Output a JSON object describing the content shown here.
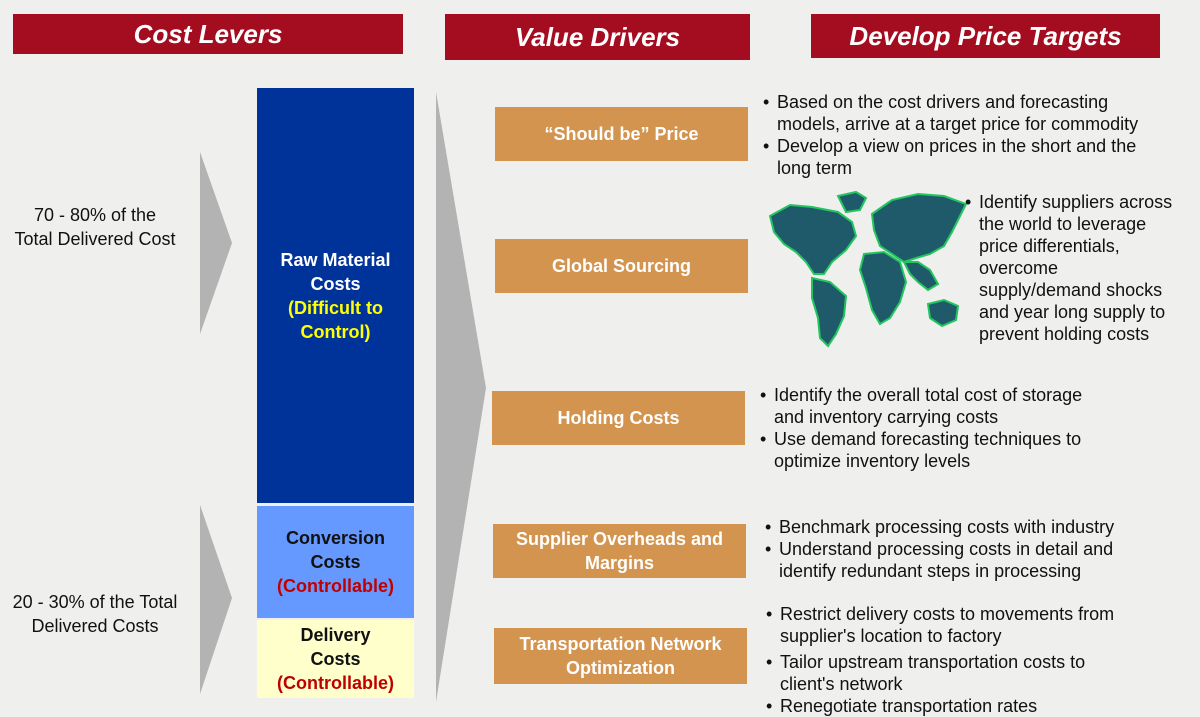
{
  "headers": {
    "cost_levers": "Cost Levers",
    "value_drivers": "Value Drivers",
    "price_targets": "Develop Price Targets"
  },
  "percentages": {
    "upper": [
      "70 - 80% of the",
      "Total Delivered Cost"
    ],
    "lower": [
      "20 - 30% of the Total",
      "Delivered Costs"
    ]
  },
  "cost_column": {
    "raw_material": {
      "title": [
        "Raw Material",
        "Costs"
      ],
      "note": [
        "(Difficult to",
        "Control)"
      ],
      "color": "#003399",
      "note_color": "#ffff00"
    },
    "conversion": {
      "title": [
        "Conversion",
        "Costs"
      ],
      "note": "(Controllable)",
      "color": "#6699ff",
      "note_color": "#c00000"
    },
    "delivery": {
      "title": [
        "Delivery",
        "Costs"
      ],
      "note": "(Controllable)",
      "color": "#ffffcc",
      "note_color": "#c00000"
    }
  },
  "drivers": [
    {
      "label": [
        "“Should be” Price"
      ]
    },
    {
      "label": [
        "Global Sourcing"
      ]
    },
    {
      "label": [
        "Holding Costs"
      ]
    },
    {
      "label": [
        "Supplier Overheads and",
        "Margins"
      ]
    },
    {
      "label": [
        "Transportation Network",
        "Optimization"
      ]
    }
  ],
  "targets": [
    [
      [
        "Based on the cost drivers and forecasting",
        "models, arrive at a target price for commodity"
      ],
      [
        "Develop a view on prices in the short and the",
        "long term"
      ]
    ],
    [
      [
        "Identify suppliers across",
        "the world to leverage",
        "price differentials,",
        "overcome",
        "supply/demand shocks",
        "and year long supply to",
        "prevent holding costs"
      ]
    ],
    [
      [
        "Identify the overall total cost of storage",
        "and inventory carrying costs"
      ],
      [
        "Use demand forecasting techniques to",
        "optimize inventory levels"
      ]
    ],
    [
      [
        "Benchmark processing costs with industry"
      ],
      [
        "Understand processing costs in detail and",
        "identify redundant steps in processing"
      ]
    ],
    [
      [
        "Restrict delivery costs to movements from",
        "supplier's location to factory"
      ],
      [
        "Tailor upstream transportation costs to",
        "client's network"
      ],
      [
        "Renegotiate transportation rates"
      ]
    ]
  ],
  "colors": {
    "header_bg": "#a40c1f",
    "driver_bg": "#d3944f",
    "arrow": "#b3b3b3",
    "map_land": "#1f5a6a",
    "map_edge": "#22c55e"
  },
  "icons": {
    "map": "world-map-icon"
  }
}
